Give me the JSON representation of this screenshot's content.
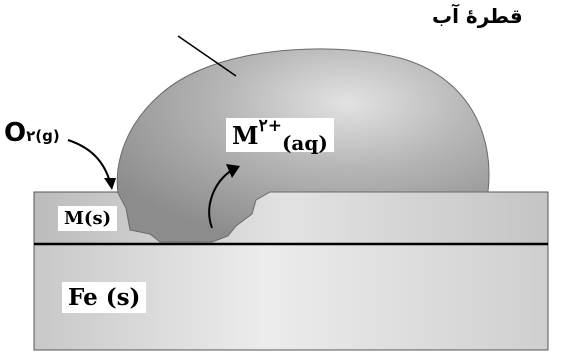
{
  "labels": {
    "water_drop": "قطرهٔ آب",
    "oxygen_main": "O",
    "oxygen_sub": "۲(g)",
    "metal_ion_main": "M",
    "metal_ion_charge": "۲+",
    "metal_ion_state": "(aq)",
    "metal_layer": "M(s)",
    "iron_layer": "Fe (s)"
  },
  "colors": {
    "drop": "#a0a0a0",
    "metal_layer": "#d0d0d0",
    "iron_layer": "#dcdcdc",
    "outline": "#000000"
  }
}
